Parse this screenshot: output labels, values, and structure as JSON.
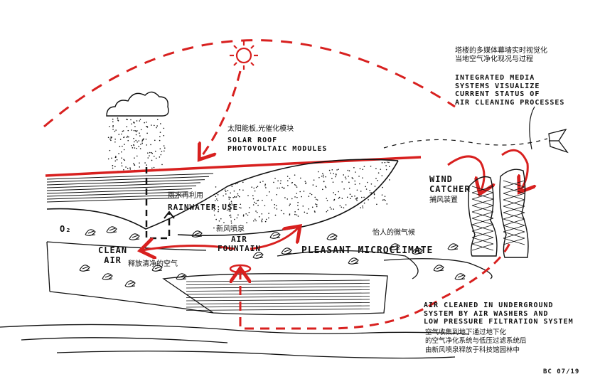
{
  "colors": {
    "ink": "#111111",
    "accent": "#d8201f",
    "paper": "#ffffff"
  },
  "icons": [
    "sun-icon",
    "cloud-icon",
    "wind-vane-icon"
  ],
  "labels": {
    "media_cn": "塔楼的多媒体幕墙实时视觉化\n当地空气净化现况与过程",
    "media_en": "INTEGRATED MEDIA\nSYSTEMS VISUALIZE\nCURRENT STATUS OF\nAIR CLEANING PROCESSES",
    "solar_cn": "太阳能板,光催化模块",
    "solar_en": "SOLAR ROOF\nPHOTOVOLTAIC MODULES",
    "rain_cn": "雨水再利用",
    "rain_en": "RAINWATER USE",
    "wind_en": "WIND\nCATCHER",
    "wind_cn": "捕风装置",
    "o2": "O₂",
    "clean_en": "CLEAN\nAIR",
    "clean_cn": "释放清净的空气",
    "fountain_cn": "新风喷泉",
    "fountain_en": "AIR\nFOUNTAIN",
    "pleasant_cn": "怡人的微气候",
    "pleasant_en": "PLEASANT MICROCLIMATE",
    "underground_en": "AIR CLEANED IN UNDERGROUND\nSYSTEM BY AIR WASHERS AND\nLOW PRESSURE FILTRATION SYSTEM",
    "underground_cn": "空气收集到地下通过地下化\n的空气净化系统与低压过滤系统后\n由新风喷泉释放于科技馆园林中",
    "signature": "BC 07/19"
  }
}
